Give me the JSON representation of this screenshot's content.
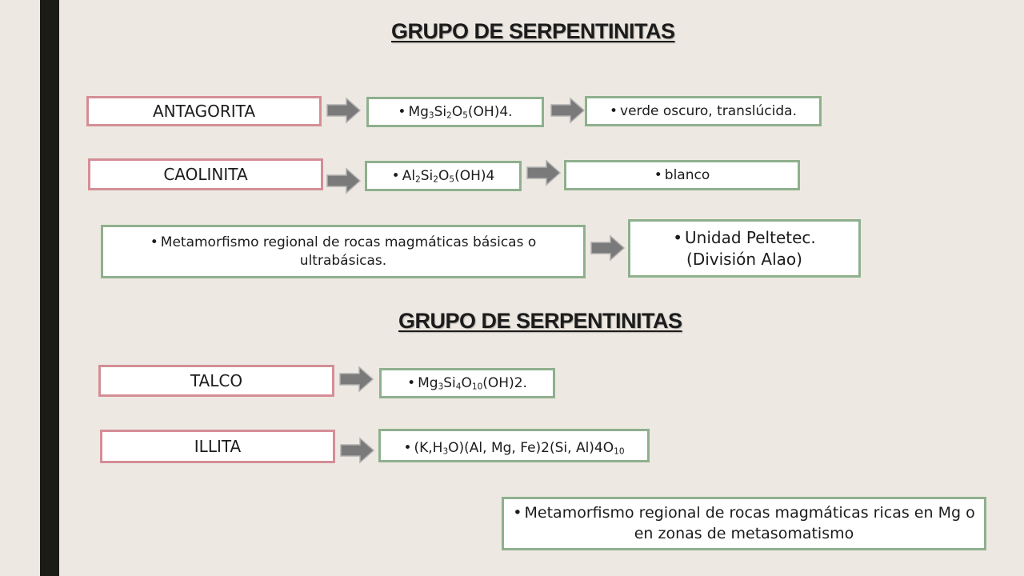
{
  "headings": {
    "top": "GRUPO DE SERPENTINITAS",
    "bottom": "GRUPO DE SERPENTINITAS"
  },
  "bullet": "•",
  "antagorita": {
    "name": "ANTAGORITA",
    "formula": [
      "Mg",
      "3",
      "Si",
      "2",
      "O",
      "5",
      "(OH)4."
    ],
    "description": "verde oscuro, translúcida."
  },
  "caolinita": {
    "name": "CAOLINITA",
    "formula": [
      "Al",
      "2",
      "Si",
      "2",
      "O",
      "5",
      "(OH)4"
    ],
    "description": "blanco"
  },
  "origin_top": {
    "text": "Metamorfismo regional de rocas magmáticas básicas o ultrabásicas.",
    "location_line1": "Unidad Peltetec.",
    "location_line2": "(División Alao)"
  },
  "talco": {
    "name": "TALCO",
    "formula": [
      "Mg",
      "3",
      "Si",
      "4",
      "O",
      "10",
      "(OH)2."
    ]
  },
  "illita": {
    "name": "ILLITA",
    "formula_parts": [
      "(K,H",
      "3",
      "O)(Al, Mg, Fe)2(Si, Al)4O",
      "10"
    ]
  },
  "origin_bottom": {
    "text": "Metamorfismo regional de rocas magmáticas ricas en Mg o en zonas de metasomatismo"
  },
  "colors": {
    "background": "#ede9e2",
    "side_bar": "#1c1c16",
    "mineral_border": "#d48e96",
    "info_border": "#8fb08e",
    "arrow": "#7a7a7a"
  },
  "icons": [
    "arrow-right-icon"
  ]
}
